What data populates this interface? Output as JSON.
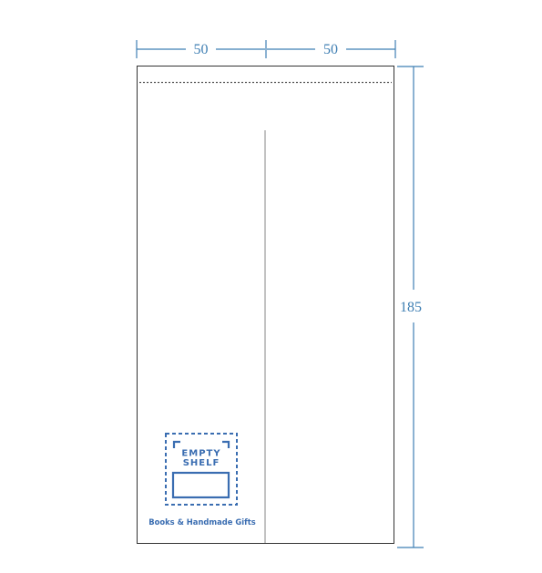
{
  "dimensions": {
    "width_left": "50",
    "width_right": "50",
    "height": "185"
  },
  "logo": {
    "line1": "EMPTY",
    "line2": "SHELF",
    "tagline": "Books & Handmade Gifts"
  },
  "colors": {
    "dimension": "#3f7fb3",
    "logo": "#3a6db1",
    "outline": "#333333",
    "fold_line": "#999999",
    "perforation": "#555555"
  }
}
